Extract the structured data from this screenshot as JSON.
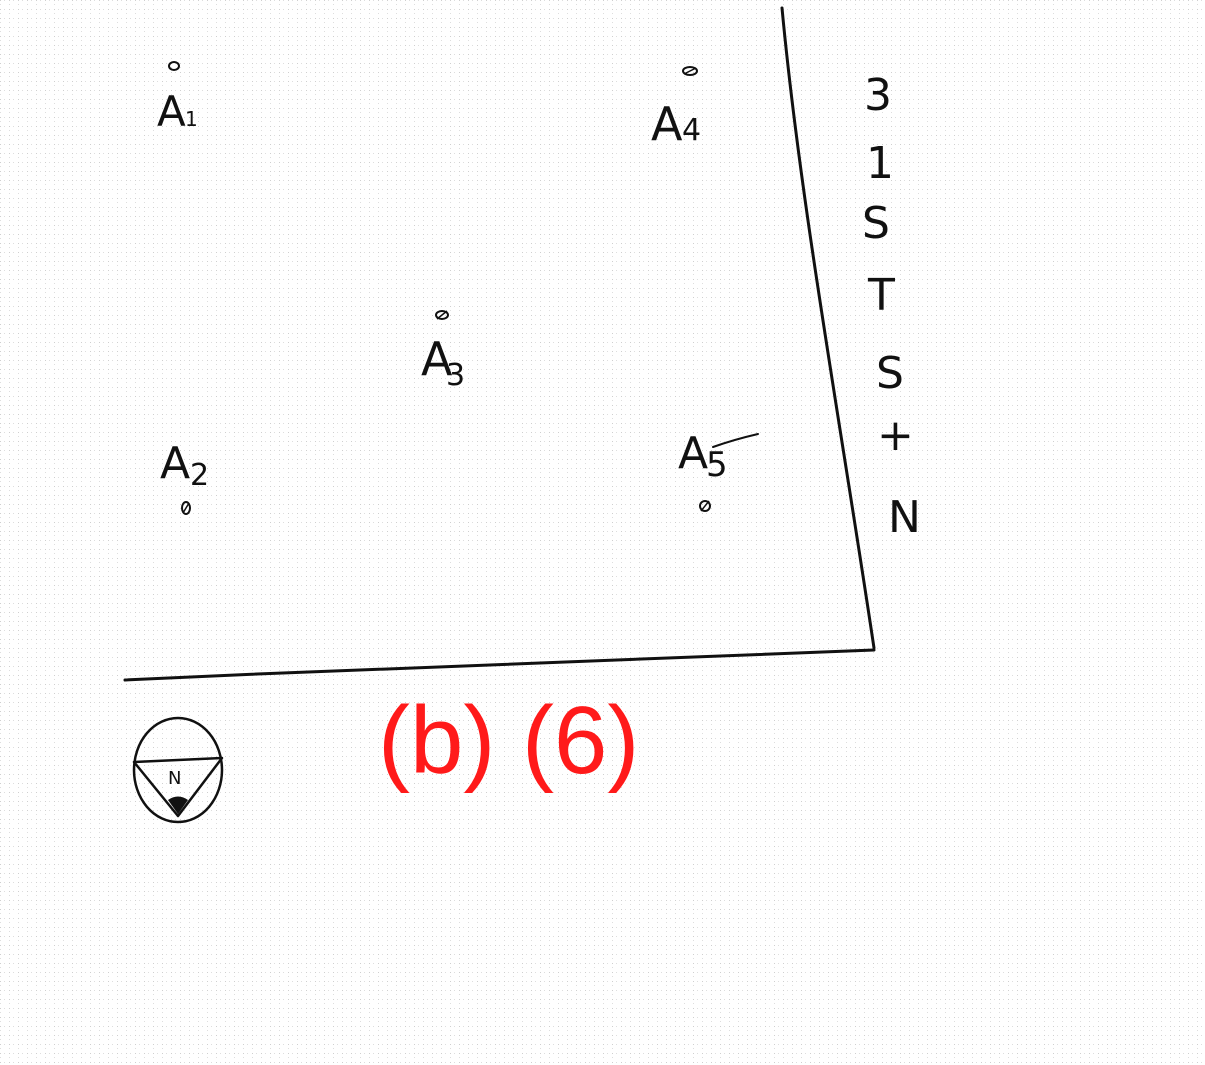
{
  "caption": "(b) (6)",
  "colors": {
    "ink": "#111111",
    "grid": "#c8c8c8",
    "caption": "#ff1a1a",
    "background": "#ffffff"
  },
  "points": [
    {
      "letter": "A",
      "sub": "1"
    },
    {
      "letter": "A",
      "sub": "2"
    },
    {
      "letter": "A",
      "sub": "3"
    },
    {
      "letter": "A",
      "sub": "4"
    },
    {
      "letter": "A",
      "sub": "5"
    }
  ],
  "side_label": [
    "3",
    "1",
    "S",
    "T",
    "S",
    "+",
    "N"
  ],
  "north_arrow_label": "N"
}
